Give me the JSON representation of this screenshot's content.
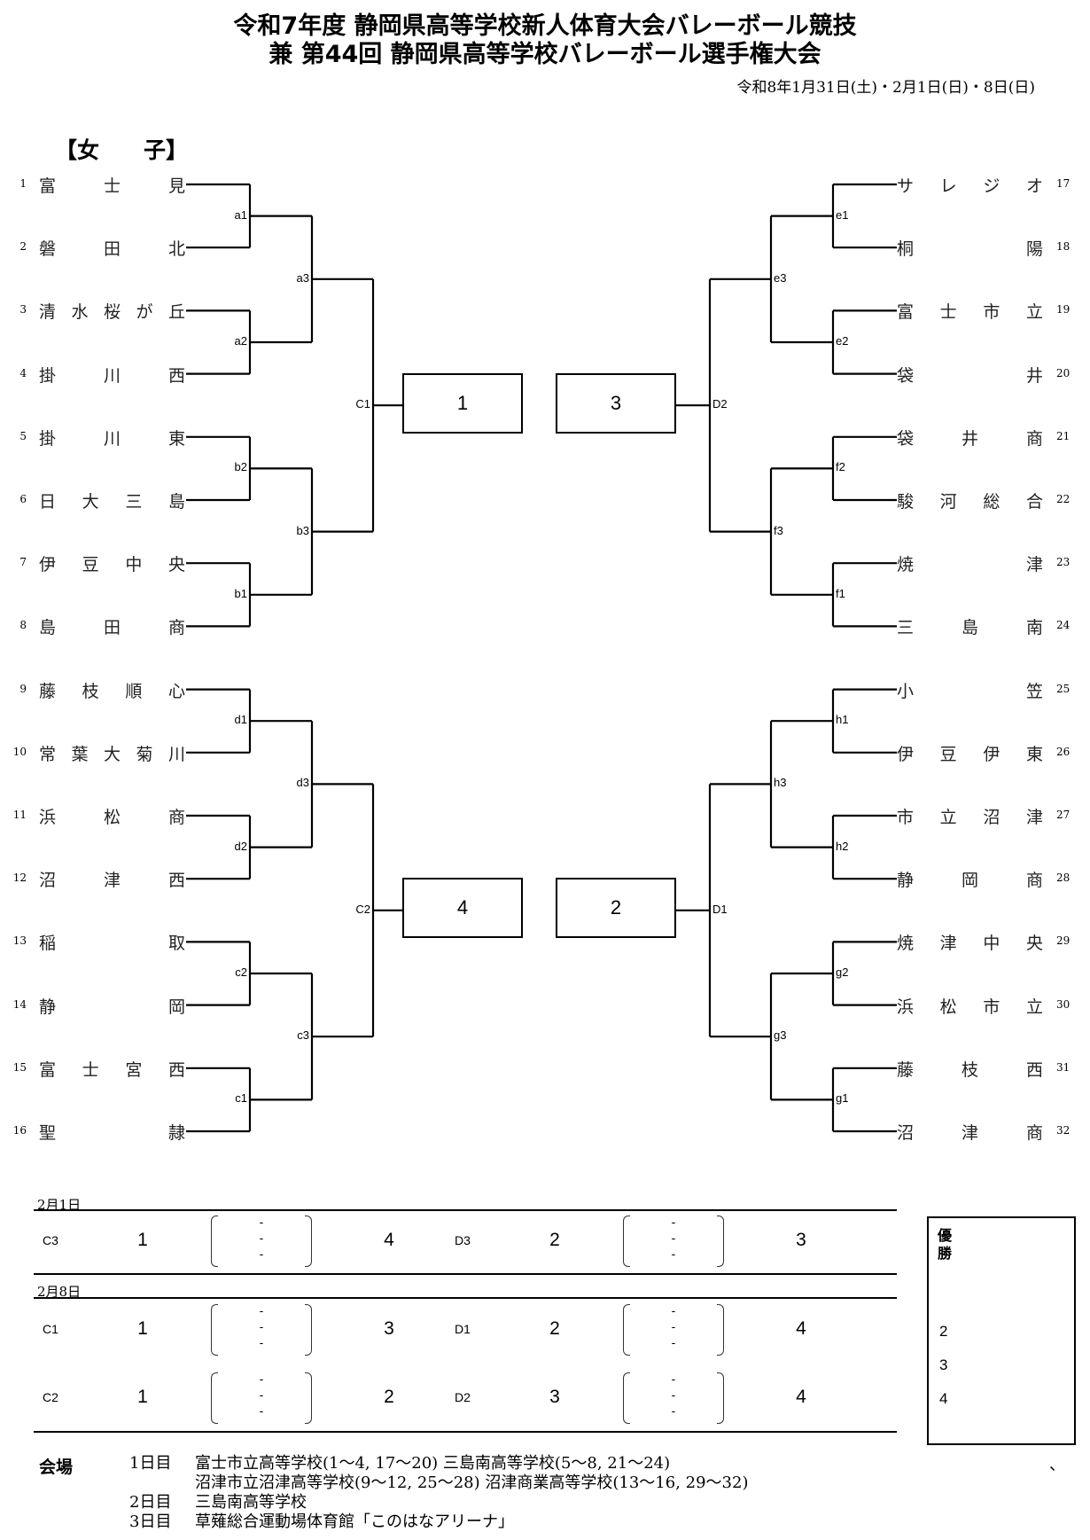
{
  "header": {
    "title_line1": "令和7年度  静岡県高等学校新人体育大会バレーボール競技",
    "title_line2": "兼  第44回 静岡県高等学校バレーボール選手権大会",
    "dates": "令和8年1月31日(土)・2月1日(日)・8日(日)"
  },
  "section": "【女　　子】",
  "left_teams": [
    {
      "seed": "1",
      "chars": [
        "富",
        "士",
        "見"
      ]
    },
    {
      "seed": "2",
      "chars": [
        "磐",
        "田",
        "北"
      ]
    },
    {
      "seed": "3",
      "chars": [
        "清",
        "水",
        "桜",
        "が",
        "丘"
      ]
    },
    {
      "seed": "4",
      "chars": [
        "掛",
        "川",
        "西"
      ]
    },
    {
      "seed": "5",
      "chars": [
        "掛",
        "川",
        "東"
      ]
    },
    {
      "seed": "6",
      "chars": [
        "日",
        "大",
        "三",
        "島"
      ]
    },
    {
      "seed": "7",
      "chars": [
        "伊",
        "豆",
        "中",
        "央"
      ]
    },
    {
      "seed": "8",
      "chars": [
        "島",
        "田",
        "商"
      ]
    },
    {
      "seed": "9",
      "chars": [
        "藤",
        "枝",
        "順",
        "心"
      ]
    },
    {
      "seed": "10",
      "chars": [
        "常",
        "葉",
        "大",
        "菊",
        "川"
      ]
    },
    {
      "seed": "11",
      "chars": [
        "浜",
        "松",
        "商"
      ]
    },
    {
      "seed": "12",
      "chars": [
        "沼",
        "津",
        "西"
      ]
    },
    {
      "seed": "13",
      "chars": [
        "稲",
        "取"
      ]
    },
    {
      "seed": "14",
      "chars": [
        "静",
        "岡"
      ]
    },
    {
      "seed": "15",
      "chars": [
        "富",
        "士",
        "宮",
        "西"
      ]
    },
    {
      "seed": "16",
      "chars": [
        "聖",
        "隷"
      ]
    }
  ],
  "right_teams": [
    {
      "seed": "17",
      "chars": [
        "サ",
        "レ",
        "ジ",
        "オ"
      ]
    },
    {
      "seed": "18",
      "chars": [
        "桐",
        "陽"
      ]
    },
    {
      "seed": "19",
      "chars": [
        "富",
        "士",
        "市",
        "立"
      ]
    },
    {
      "seed": "20",
      "chars": [
        "袋",
        "井"
      ]
    },
    {
      "seed": "21",
      "chars": [
        "袋",
        "井",
        "商"
      ]
    },
    {
      "seed": "22",
      "chars": [
        "駿",
        "河",
        "総",
        "合"
      ]
    },
    {
      "seed": "23",
      "chars": [
        "焼",
        "津"
      ]
    },
    {
      "seed": "24",
      "chars": [
        "三",
        "島",
        "南"
      ]
    },
    {
      "seed": "25",
      "chars": [
        "小",
        "笠"
      ]
    },
    {
      "seed": "26",
      "chars": [
        "伊",
        "豆",
        "伊",
        "東"
      ]
    },
    {
      "seed": "27",
      "chars": [
        "市",
        "立",
        "沼",
        "津"
      ]
    },
    {
      "seed": "28",
      "chars": [
        "静",
        "岡",
        "商"
      ]
    },
    {
      "seed": "29",
      "chars": [
        "焼",
        "津",
        "中",
        "央"
      ]
    },
    {
      "seed": "30",
      "chars": [
        "浜",
        "松",
        "市",
        "立"
      ]
    },
    {
      "seed": "31",
      "chars": [
        "藤",
        "枝",
        "西"
      ]
    },
    {
      "seed": "32",
      "chars": [
        "沼",
        "津",
        "商"
      ]
    }
  ],
  "left_r1_labels": [
    "a1",
    "a2",
    "b2",
    "b1",
    "d1",
    "d2",
    "c2",
    "c1"
  ],
  "left_r2_labels": [
    "a3",
    "b3",
    "d3",
    "c3"
  ],
  "left_r3_labels": [
    "C1",
    "C2"
  ],
  "right_r1_labels": [
    "e1",
    "e2",
    "f2",
    "f1",
    "h1",
    "h2",
    "g2",
    "g1"
  ],
  "right_r2_labels": [
    "e3",
    "f3",
    "h3",
    "g3"
  ],
  "right_r3_labels": [
    "D2",
    "D1"
  ],
  "center_boxes": {
    "top_left": "1",
    "top_right": "3",
    "bottom_left": "4",
    "bottom_right": "2"
  },
  "schedule": {
    "day1": {
      "date": "2月1日",
      "matches": [
        {
          "code": "C3",
          "a": "1",
          "b": "4"
        },
        {
          "code": "D3",
          "a": "2",
          "b": "3"
        }
      ]
    },
    "day2": {
      "date": "2月8日",
      "rows": [
        [
          {
            "code": "C1",
            "a": "1",
            "b": "3"
          },
          {
            "code": "D1",
            "a": "2",
            "b": "4"
          }
        ],
        [
          {
            "code": "C2",
            "a": "1",
            "b": "2"
          },
          {
            "code": "D2",
            "a": "3",
            "b": "4"
          }
        ]
      ]
    },
    "score_placeholder": "-"
  },
  "winner_box": {
    "label": "優勝",
    "places": [
      "2",
      "3",
      "4"
    ]
  },
  "venue": {
    "heading": "会場",
    "days": [
      {
        "day": "1日目",
        "lines": [
          "富士市立高等学校(1～4, 17～20)  三島南高等学校(5～8, 21～24)",
          "沼津市立沼津高等学校(9～12, 25～28)  沼津商業高等学校(13～16, 29～32)"
        ]
      },
      {
        "day": "2日目",
        "lines": [
          "三島南高等学校"
        ]
      },
      {
        "day": "3日目",
        "lines": [
          "草薙総合運動場体育館「このはなアリーナ」"
        ]
      }
    ],
    "stray_mark": "、"
  }
}
